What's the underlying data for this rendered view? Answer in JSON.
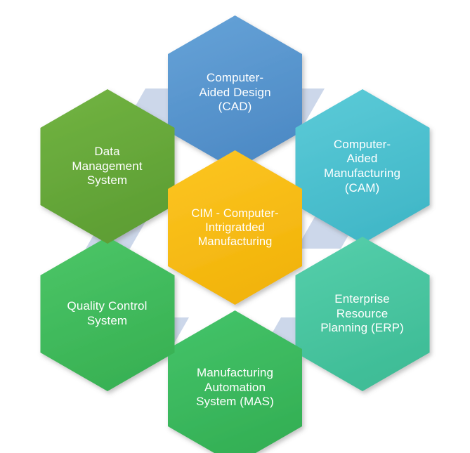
{
  "diagram": {
    "title": "CIM hexagon cluster diagram",
    "type": "hexagon-cluster",
    "background_color": "#ffffff",
    "connector_color": "#ccd7ea",
    "text_color": "#ffffff",
    "center": {
      "id": "cim",
      "label": "CIM - Computer-Intrigratded Manufacturing",
      "lines": [
        "CIM - Computer-",
        "Intrigratded",
        "Manufacturing"
      ],
      "color": "#fbc117",
      "color_dark": "#f0ad0c"
    },
    "nodes": [
      {
        "id": "cad",
        "label": "Computer-Aided Design (CAD)",
        "lines": [
          "Computer-",
          "Aided Design",
          "(CAD)"
        ],
        "color": "#5b9bd5",
        "color_dark": "#4b8ac4",
        "position": "top"
      },
      {
        "id": "cam",
        "label": "Computer-Aided Manufacturing (CAM)",
        "lines": [
          "Computer-",
          "Aided",
          "Manufacturing",
          "(CAM)"
        ],
        "color": "#4fc4d3",
        "color_dark": "#3fb5c5",
        "position": "upper-right"
      },
      {
        "id": "erp",
        "label": "Enterprise Resource Planning (ERP)",
        "lines": [
          "Enterprise",
          "Resource",
          "Planning (ERP)"
        ],
        "color": "#4cc8a3",
        "color_dark": "#3cb894",
        "position": "lower-right"
      },
      {
        "id": "mas",
        "label": "Manufacturing Automation System (MAS)",
        "lines": [
          "Manufacturing",
          "Automation",
          "System (MAS)"
        ],
        "color": "#3ebd62",
        "color_dark": "#32ae55",
        "position": "bottom"
      },
      {
        "id": "qcs",
        "label": "Quality Control System",
        "lines": [
          "Quality Control",
          "System"
        ],
        "color": "#44bf5f",
        "color_dark": "#37b052",
        "position": "lower-left"
      },
      {
        "id": "dms",
        "label": "Data Management System",
        "lines": [
          "Data",
          "Management",
          "System"
        ],
        "color": "#6bae3e",
        "color_dark": "#5c9e33",
        "position": "upper-left"
      }
    ]
  }
}
